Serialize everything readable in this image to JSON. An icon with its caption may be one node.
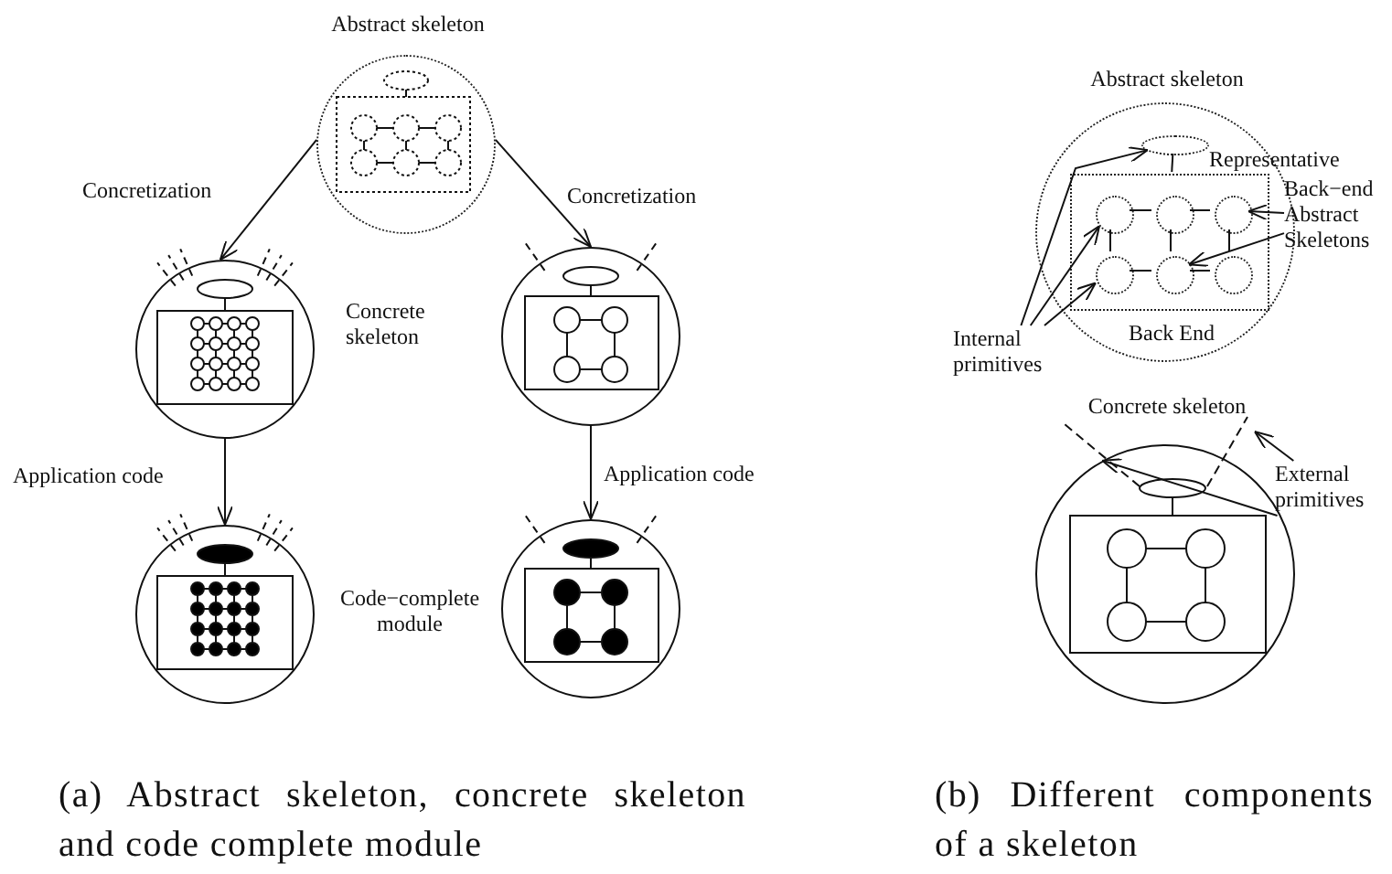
{
  "diagram": {
    "nodes": [
      {
        "text": [
          "Abstract skeleton"
        ]
      },
      {
        "text": [],
        "shape": "circle",
        "beside": [
          "Concrete skeleton"
        ]
      },
      {
        "text": [],
        "shape": "circle"
      },
      {
        "text": [],
        "shape": "circle",
        "beside": [
          "Code−complete module"
        ]
      },
      {
        "text": [],
        "shape": "circle"
      },
      {
        "text": [
          "Abstract skeleton"
        ]
      },
      {
        "text": [
          "Back End"
        ],
        "in": 5
      },
      {
        "text": [],
        "shape": "ellipse",
        "in": 5
      },
      {
        "text": [],
        "shape": "circle",
        "in": 6
      },
      {
        "text": [],
        "shape": "circle",
        "in": 6
      },
      {
        "text": [],
        "shape": "circle",
        "in": 6
      },
      {
        "text": [],
        "shape": "circle",
        "in": 6
      },
      {
        "text": [],
        "shape": "circle",
        "in": 6
      },
      {
        "text": [],
        "shape": "circle",
        "in": 6
      },
      {
        "text": [
          "Internal primitives"
        ]
      },
      {
        "text": [
          "Back−end Abstract Skeletons"
        ]
      },
      {
        "text": [
          "Concrete skeleton"
        ]
      },
      {
        "text": [
          "External primitives"
        ]
      }
    ],
    "edges": [
      {
        "from": 0,
        "to": 1,
        "arrow": "to",
        "label": "Concretization"
      },
      {
        "from": 0,
        "to": 2,
        "arrow": "to",
        "label": "Concretization"
      },
      {
        "from": 1,
        "to": 3,
        "arrow": "to",
        "label": "Application code"
      },
      {
        "from": 2,
        "to": 4,
        "arrow": "to",
        "label": "Application code"
      },
      {
        "from": 14,
        "to": 7,
        "arrow": "to"
      },
      {
        "from": 14,
        "to": 8,
        "arrow": "to"
      },
      {
        "from": 14,
        "to": 11,
        "arrow": "to"
      },
      {
        "from": 15,
        "to": 10,
        "arrow": "to"
      },
      {
        "from": 15,
        "to": 12,
        "arrow": "to"
      },
      {
        "from": 17,
        "to": 16,
        "arrow": "to"
      },
      {
        "from": 17,
        "to": null,
        "arrow": "to"
      },
      {
        "from": 7,
        "to": 6,
        "arrow": "none"
      },
      {
        "from": 8,
        "to": 9,
        "arrow": "none"
      },
      {
        "from": 9,
        "to": 10,
        "arrow": "none"
      },
      {
        "from": 8,
        "to": 11,
        "arrow": "none"
      },
      {
        "from": 9,
        "to": 12,
        "arrow": "none"
      },
      {
        "from": 10,
        "to": 13,
        "arrow": "none"
      },
      {
        "from": 11,
        "to": 12,
        "arrow": "none"
      },
      {
        "from": 12,
        "to": 13,
        "arrow": "none"
      }
    ],
    "labels": [
      "Representative",
      "(a) Abstract skeleton, concrete skeleton and code complete module",
      "(b) Different components of a skeleton"
    ]
  }
}
